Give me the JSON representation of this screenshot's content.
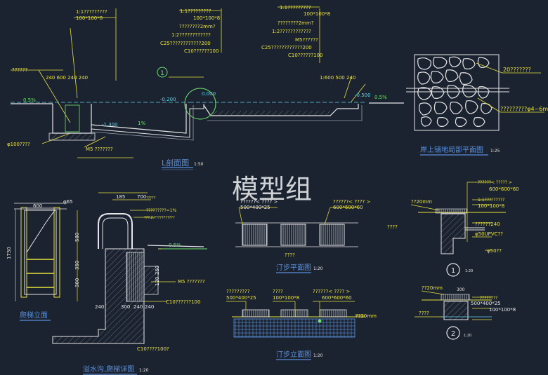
{
  "watermark": "模型组",
  "views": {
    "section_l": {
      "title": "L剖面图",
      "scale": "1:50"
    },
    "shore_paving": {
      "title": "岸上铺地局部平面图",
      "scale": "1:25"
    },
    "ladder_elevation": {
      "title": "爬梯立面"
    },
    "drain_ladder_detail": {
      "title": "溢水沟,爬梯详图",
      "scale": "1:20"
    },
    "stepping_plan": {
      "title": "汀步平面图",
      "scale": "1:20"
    },
    "stepping_elevation": {
      "title": "汀步立面图",
      "scale": "1:20"
    },
    "detail_1_scale": "1:20",
    "detail_2_scale": "1:20"
  },
  "detail_markers": {
    "one": "1",
    "two": "2",
    "section_mark": "1"
  },
  "labels": {
    "sec_a1": "1:1?????????",
    "sec_a2": "100*100*8",
    "sec_b1": "1:1?????????",
    "sec_b2": "100*100*8",
    "sec_b3": "????????2mm?",
    "sec_b4": "1:2????????????",
    "sec_b5": "C25????????????200",
    "sec_b6": "C10??????100",
    "sec_c1": "1:1?????????",
    "sec_c2": "100*100*8",
    "sec_c3": "????????2mm?",
    "sec_c4": "1:2????????????",
    "sec_c5": "M5??????",
    "sec_c6": "C25????????????200",
    "sec_c7": "C10??????100",
    "sec_left": "??????",
    "sec_pipe": "φ100????",
    "sec_m5": "M5 ???????",
    "sec_slope_l": "0.5%",
    "sec_slope_m": "1%",
    "sec_slope_r": "0.5%",
    "sec_dim_l": "240  600 240  240",
    "sec_dim_r": "1:600  500  240",
    "elev_a": "-0.200",
    "elev_b": "-1.300",
    "elev_c": "-0.500",
    "elev_d": "0.000",
    "paving_a": "20???????",
    "paving_b": "?????????φ4~6mm",
    "lad_w": "600",
    "lad_h": "1730",
    "det_phi": "φ65",
    "det_185": "185",
    "det_700": "700",
    "det_slope": "1%",
    "det_580": "580",
    "det_300": "300",
    "det_350": "350",
    "det_05": "0.5%",
    "det_m5": "M5 ???????",
    "det_c10": "C10??????100",
    "det_240": "240",
    "det_300b": "300",
    "det_240b": "240",
    "det_240c": "240",
    "det_120": "120",
    "det_250": "250",
    "det_bottom": "C10????100?",
    "det_s1": "?????",
    "det_s2": "?????????=1%",
    "det_s3": "???,2:???????????",
    "step_a1": "??????< ???? >",
    "step_a2": "500*400*25",
    "step_a3": "600*600*60",
    "step_b": "????",
    "stepE_a1": "?????????",
    "stepE_a2": "500*400*25",
    "stepE_b1": "????",
    "stepE_b2": "100*100*8",
    "stepE_c1": "??????< ???? >",
    "stepE_c2": "600*600*60",
    "stepE_d": "??20mm",
    "d1_a1": "??????< ????? >",
    "d1_a2": "600*600*60",
    "d1_b": "1:1?????????",
    "d1_c": "100*100*8",
    "d1_d": "??????240",
    "d1_e": "φ50UPVC??",
    "d1_f": "φ50??",
    "d1_g": "??20mm",
    "d1_h": "????",
    "d2_a": "??20mm",
    "d2_b": "????????",
    "d2_c": "500*400*25",
    "d2_d": "100*100*8",
    "d2_e": "????",
    "d2_f": "300"
  }
}
